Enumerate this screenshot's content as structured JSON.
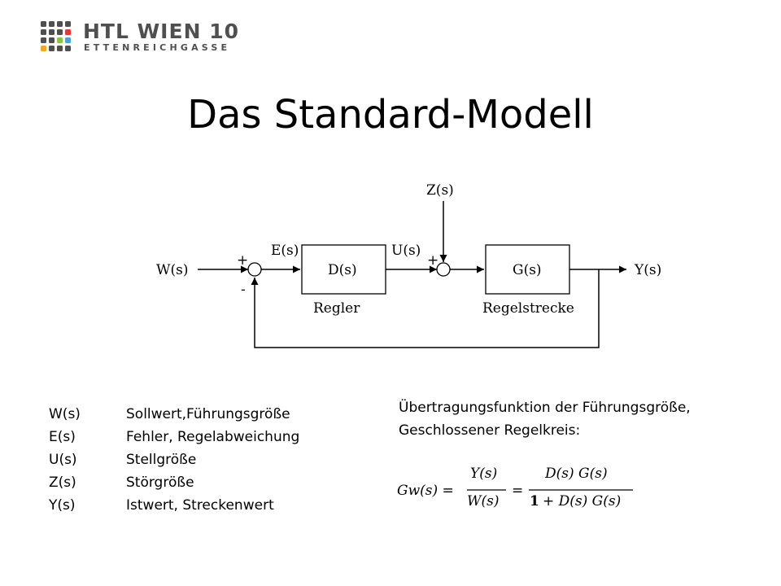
{
  "logo": {
    "title": "HTL WIEN 10",
    "subtitle": "ETTENREICHGASSE",
    "square_colors": [
      "#4f4f4f",
      "#4f4f4f",
      "#4f4f4f",
      "#4f4f4f",
      "#4f4f4f",
      "#4f4f4f",
      "#4f4f4f",
      "#e03a3a",
      "#4f4f4f",
      "#4f4f4f",
      "#8cc63f",
      "#4aa3df",
      "#f5a623",
      "#4f4f4f",
      "#4f4f4f",
      "#4f4f4f"
    ]
  },
  "page_title": "Das Standard-Modell",
  "diagram": {
    "w_label": "W(s)",
    "e_label": "E(s)",
    "u_label": "U(s)",
    "z_label": "Z(s)",
    "y_label": "Y(s)",
    "controller_block": "D(s)",
    "plant_block": "G(s)",
    "controller_caption": "Regler",
    "plant_caption": "Regelstrecke",
    "sum1_plus": "+",
    "sum1_minus": "-",
    "sum2_plus": "+"
  },
  "legend": [
    {
      "symbol": "W(s)",
      "description": "Sollwert,Führungsgröße"
    },
    {
      "symbol": "E(s)",
      "description": "Fehler, Regelabweichung"
    },
    {
      "symbol": "U(s)",
      "description": "Stellgröße"
    },
    {
      "symbol": "Z(s)",
      "description": "Störgröße"
    },
    {
      "symbol": "Y(s)",
      "description": "Istwert, Streckenwert"
    }
  ],
  "transfer_function": {
    "label_line1": "Übertragungsfunktion der Führungsgröße,",
    "label_line2": "Geschlossener Regelkreis:",
    "lhs": "Gw(s) =",
    "frac1_num": "Y(s)",
    "frac1_den": "W(s)",
    "equals": "=",
    "frac2_num": "D(s) G(s)",
    "frac2_den_one": "1",
    "frac2_den_rest": "+ D(s) G(s)"
  }
}
